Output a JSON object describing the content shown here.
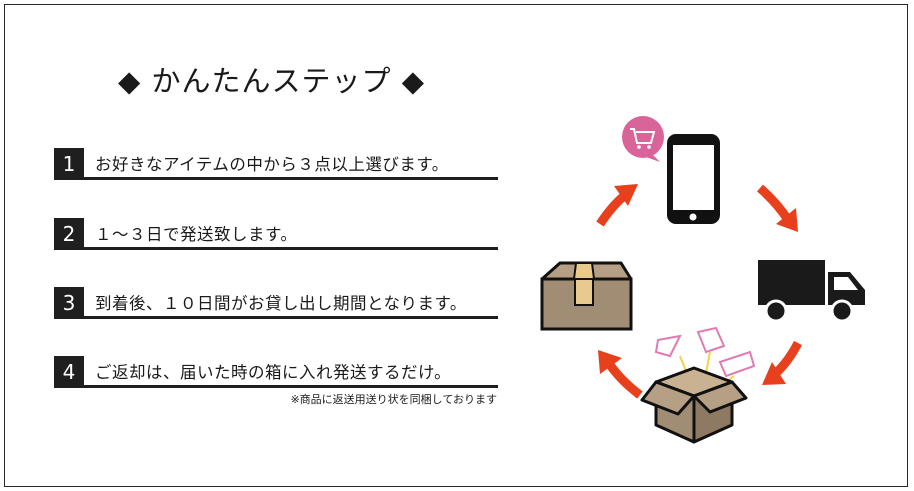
{
  "title": "◆ かんたんステップ ◆",
  "steps": [
    {
      "num": "1",
      "text": "お好きなアイテムの中から３点以上選びます。"
    },
    {
      "num": "2",
      "text": "１〜３日で発送致します。"
    },
    {
      "num": "3",
      "text": "到着後、１０日間がお貸し出し期間となります。"
    },
    {
      "num": "4",
      "text": "ご返却は、届いた時の箱に入れ発送するだけ。"
    }
  ],
  "note": "※商品に返送用送り状を同梱しております",
  "colors": {
    "arrow": "#e8401c",
    "cart_badge": "#d9649a",
    "box": "#a18d74",
    "dark": "#1f1f1f"
  },
  "icons": [
    "cart-icon",
    "smartphone-icon",
    "truck-icon",
    "open-box-icon",
    "closed-box-icon"
  ]
}
